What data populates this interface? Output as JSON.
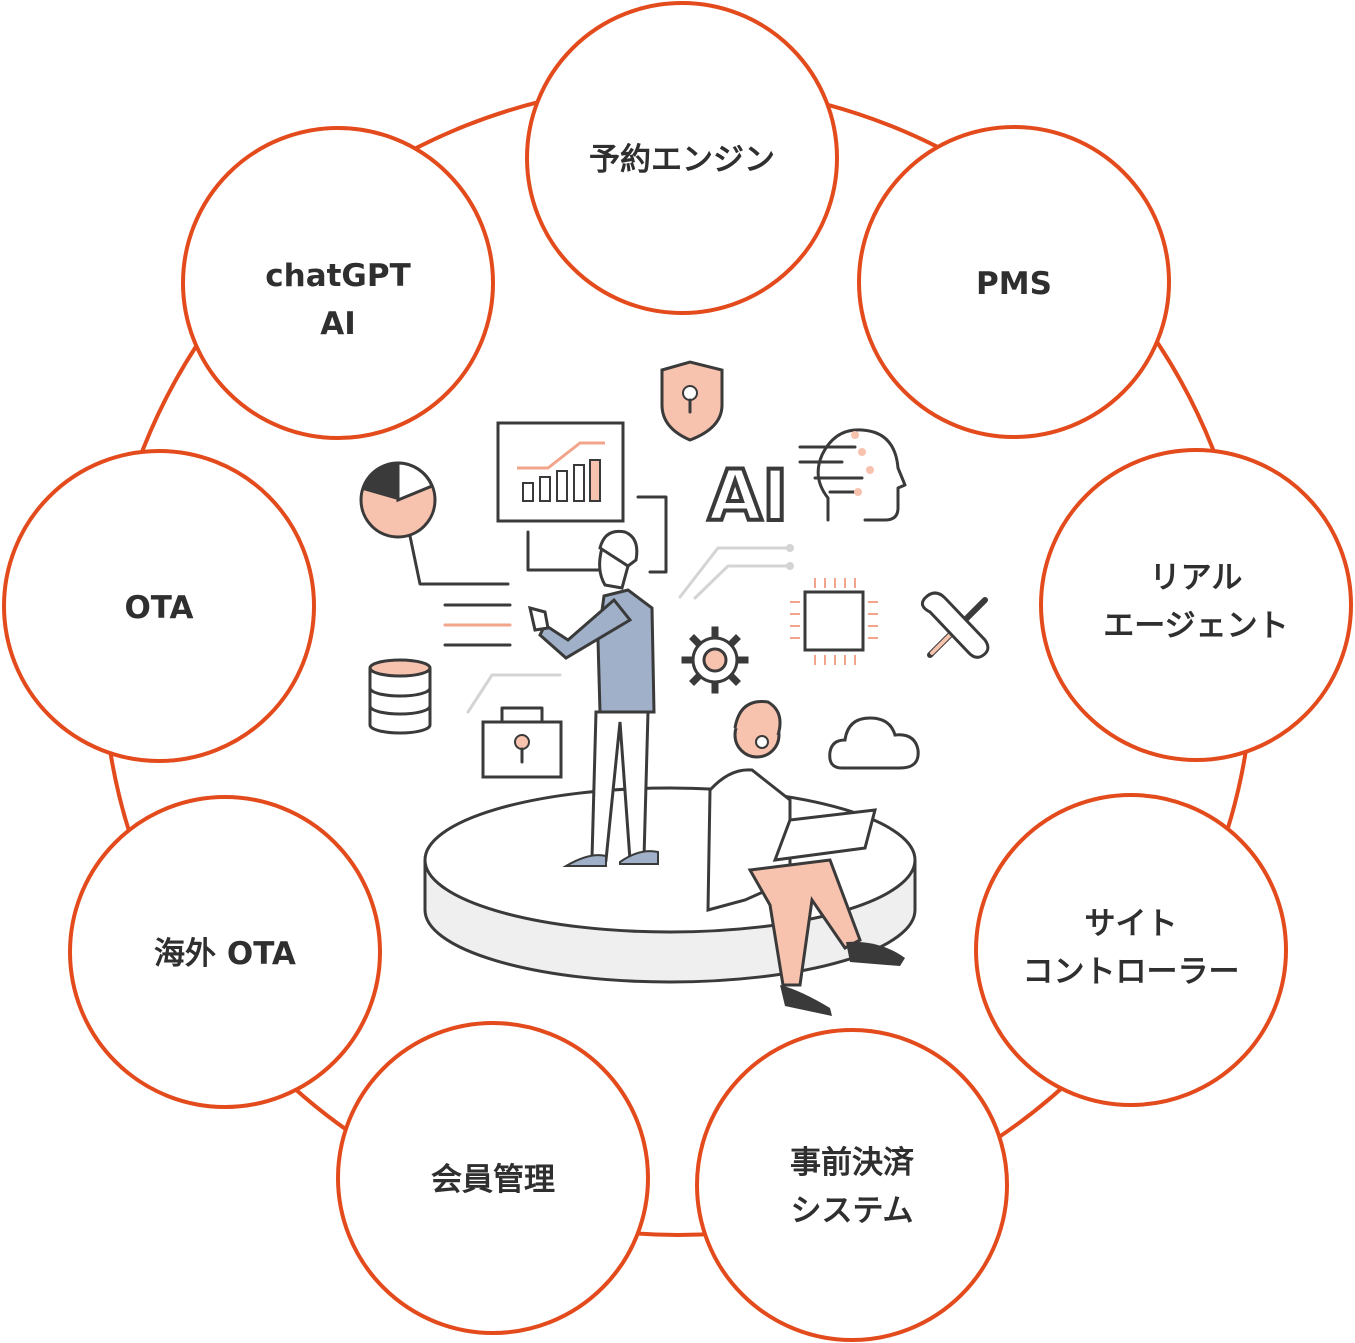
{
  "nodes": [
    {
      "id": "reservation-engine",
      "lines": [
        "予約エンジン"
      ]
    },
    {
      "id": "pms",
      "lines": [
        "PMS"
      ]
    },
    {
      "id": "real-agent",
      "lines": [
        "リアル",
        "エージェント"
      ]
    },
    {
      "id": "site-controller",
      "lines": [
        "サイト",
        "コントローラー"
      ]
    },
    {
      "id": "prepayment-system",
      "lines": [
        "事前決済",
        "システム"
      ]
    },
    {
      "id": "membership",
      "lines": [
        "会員管理"
      ]
    },
    {
      "id": "overseas-ota",
      "lines": [
        "海外 OTA"
      ]
    },
    {
      "id": "ota",
      "lines": [
        "OTA"
      ]
    },
    {
      "id": "chatgpt-ai",
      "lines": [
        "chatGPT",
        "AI"
      ]
    }
  ],
  "center": {
    "ai_label": "AI"
  },
  "colors": {
    "accent": "#e34a1c",
    "ink": "#3a3a3a",
    "peach": "#f7c2ae",
    "suit": "#9fb0c8"
  }
}
